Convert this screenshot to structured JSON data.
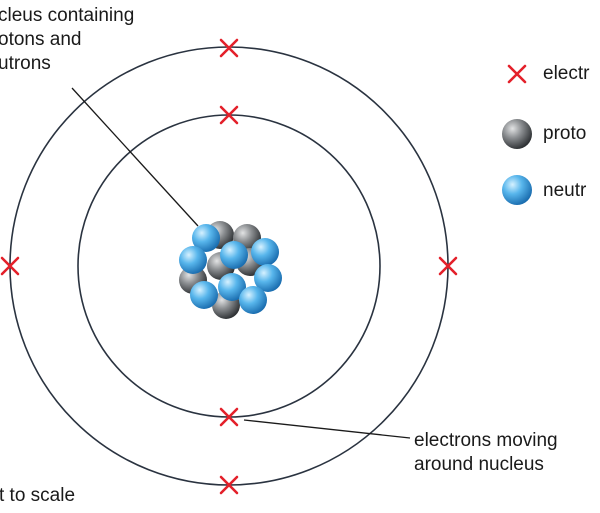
{
  "labels": {
    "nucleus": [
      "cleus containing",
      "otons and",
      "utrons"
    ],
    "electrons_moving": [
      "electrons moving",
      "around nucleus"
    ],
    "scale_note": "t to scale"
  },
  "legend": [
    {
      "label": "electr",
      "icon": "electron-cross-icon"
    },
    {
      "label": "proto",
      "icon": "proton-sphere-icon"
    },
    {
      "label": "neutr",
      "icon": "neutron-sphere-icon"
    }
  ],
  "colors": {
    "electron": "#e4202a",
    "orbit": "#2a3340",
    "proton": "#55585c",
    "neutron": "#3fa2e4"
  }
}
